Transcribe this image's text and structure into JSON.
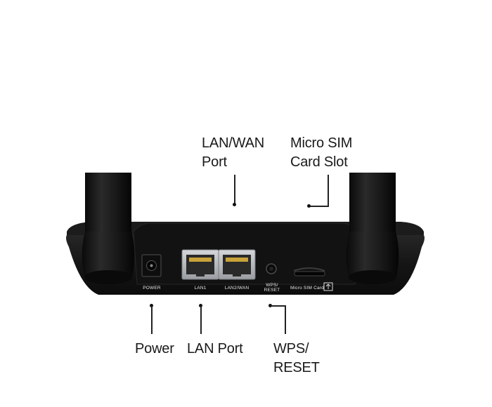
{
  "callouts": {
    "lan_wan_port": "LAN/WAN\nPort",
    "micro_sim_slot": "Micro SIM\nCard Slot",
    "power": "Power",
    "lan_port": "LAN Port",
    "wps_reset": "WPS/\nRESET"
  },
  "port_labels": {
    "power": "POWER",
    "lan1": "LAN1",
    "lan2_wan": "LAN2/WAN",
    "wps_reset": "WPS/\nRESET",
    "micro_sim": "Micro SIM Card"
  },
  "colors": {
    "background": "#ffffff",
    "router_body": "#141414",
    "router_edge": "#2c2c2c",
    "port_metal": "#b9bcc0",
    "label_text": "#e8e8e8",
    "callout_text": "#1a1a1a"
  }
}
